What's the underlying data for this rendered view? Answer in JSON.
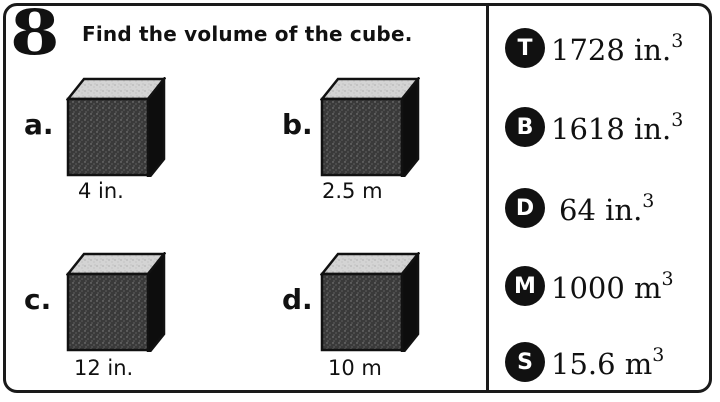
{
  "problem": {
    "number": "8",
    "instruction": "Find the volume of the cube."
  },
  "cubes": [
    {
      "label": "a.",
      "side": "4 in."
    },
    {
      "label": "b.",
      "side": "2.5 m"
    },
    {
      "label": "c.",
      "side": "12 in."
    },
    {
      "label": "d.",
      "side": "10 m"
    }
  ],
  "answers": [
    {
      "letter": "T",
      "value": "1728 in.",
      "exponent": "3"
    },
    {
      "letter": "B",
      "value": "1618 in.",
      "exponent": "3"
    },
    {
      "letter": "D",
      "value": "64 in.",
      "exponent": "3"
    },
    {
      "letter": "M",
      "value": "1000 m",
      "exponent": "3"
    },
    {
      "letter": "S",
      "value": "15.6 m",
      "exponent": "3"
    }
  ]
}
